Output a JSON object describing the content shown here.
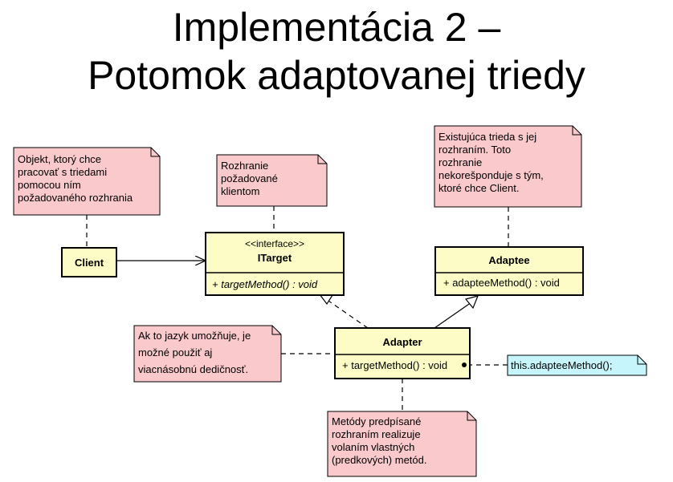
{
  "title_line1": "Implementácia 2 –",
  "title_line2": "Potomok adaptovanej triedy",
  "notes": {
    "client_note": [
      "Objekt, ktorý chce",
      "pracovať s triedami",
      "pomocou ním",
      "požadovaného rozhrania"
    ],
    "itarget_note": [
      "Rozhranie",
      "požadované",
      "klientom"
    ],
    "adaptee_note": [
      "Existujúca trieda s jej",
      "rozhraním. Toto",
      "rozhranie",
      "nekorešponduje s tým,",
      "ktoré chce Client."
    ],
    "inheritance_note": [
      "Ak to jazyk umožňuje, je",
      "možné použiť aj",
      "viacnásobnú dedičnosť."
    ],
    "methods_note": [
      "Metódy predpísané",
      "rozhraním realizuje",
      "volaním vlastných",
      "(predkových) metód."
    ],
    "code_note": [
      "this.adapteeMethod();"
    ]
  },
  "classes": {
    "client": {
      "name": "Client"
    },
    "itarget": {
      "stereotype": "<<interface>>",
      "name": "ITarget",
      "operation": "+ targetMethod() : void"
    },
    "adaptee": {
      "name": "Adaptee",
      "operation": "+ adapteeMethod() : void"
    },
    "adapter": {
      "name": "Adapter",
      "operation": "+ targetMethod() : void"
    }
  },
  "colors": {
    "note_fill": "#f9c9cc",
    "code_note_fill": "#c6f5fb",
    "class_fill": "#fdfcc6",
    "line": "#000000"
  }
}
